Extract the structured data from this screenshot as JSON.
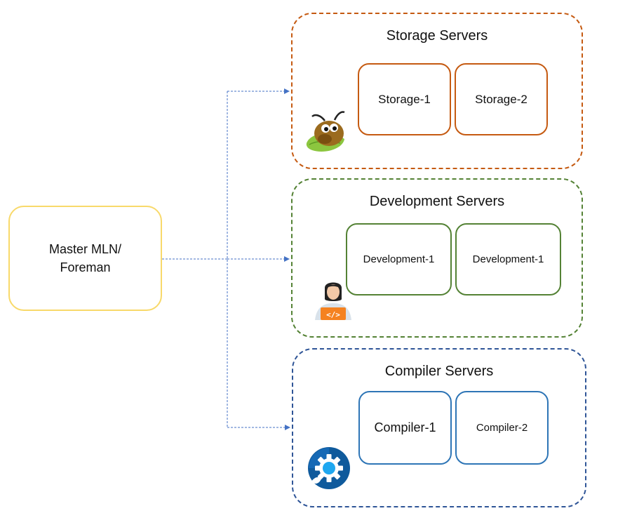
{
  "master": {
    "label": "Master MLN/\nForeman"
  },
  "groups": [
    {
      "title": "Storage Servers",
      "servers": [
        "Storage-1",
        "Storage-2"
      ],
      "icon": "ant-mascot-icon",
      "color": "#c55a11"
    },
    {
      "title": "Development Servers",
      "servers": [
        "Development-1",
        "Development-1"
      ],
      "icon": "developer-icon",
      "color": "#548235"
    },
    {
      "title": "Compiler Servers",
      "servers": [
        "Compiler-1",
        "Compiler-2"
      ],
      "icon": "gear-icon",
      "color": "#2f5597"
    }
  ],
  "colors": {
    "master_border": "#f8d96a",
    "connector": "#4472c4"
  }
}
